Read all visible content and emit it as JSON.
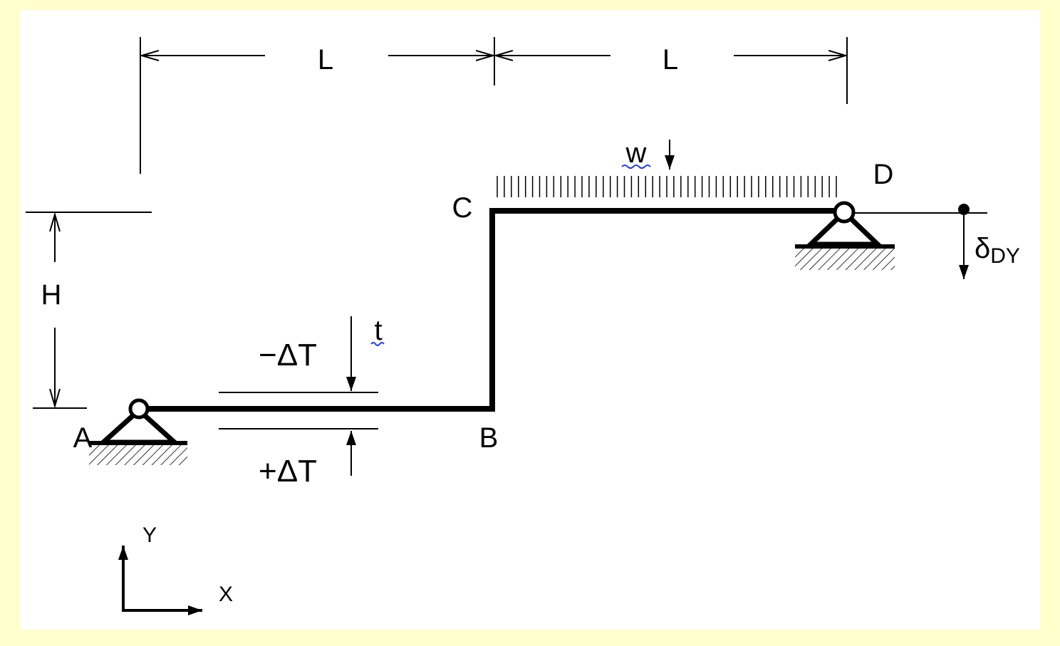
{
  "colors": {
    "page_background": "#FFFFCC",
    "panel_background": "#FFFFFF",
    "ink": "#000000",
    "underline_accent": "#1E3CFF"
  },
  "labels": {
    "dim_span_1": "L",
    "dim_span_2": "L",
    "dim_height": "H",
    "node_a": "A",
    "node_b": "B",
    "node_c": "C",
    "node_d": "D",
    "load_w": "w",
    "thickness_t": "t",
    "temp_top": "−ΔT",
    "temp_bottom": "+ΔT",
    "deflection_symbol": "δ",
    "deflection_subscript": "DY",
    "axis_y": "Y",
    "axis_x": "X"
  },
  "icons": {
    "support_a": "pin-support-icon",
    "support_d": "roller-support-icon",
    "distributed_load": "distributed-load-icon",
    "coordinate_axes": "xy-axes-icon"
  }
}
